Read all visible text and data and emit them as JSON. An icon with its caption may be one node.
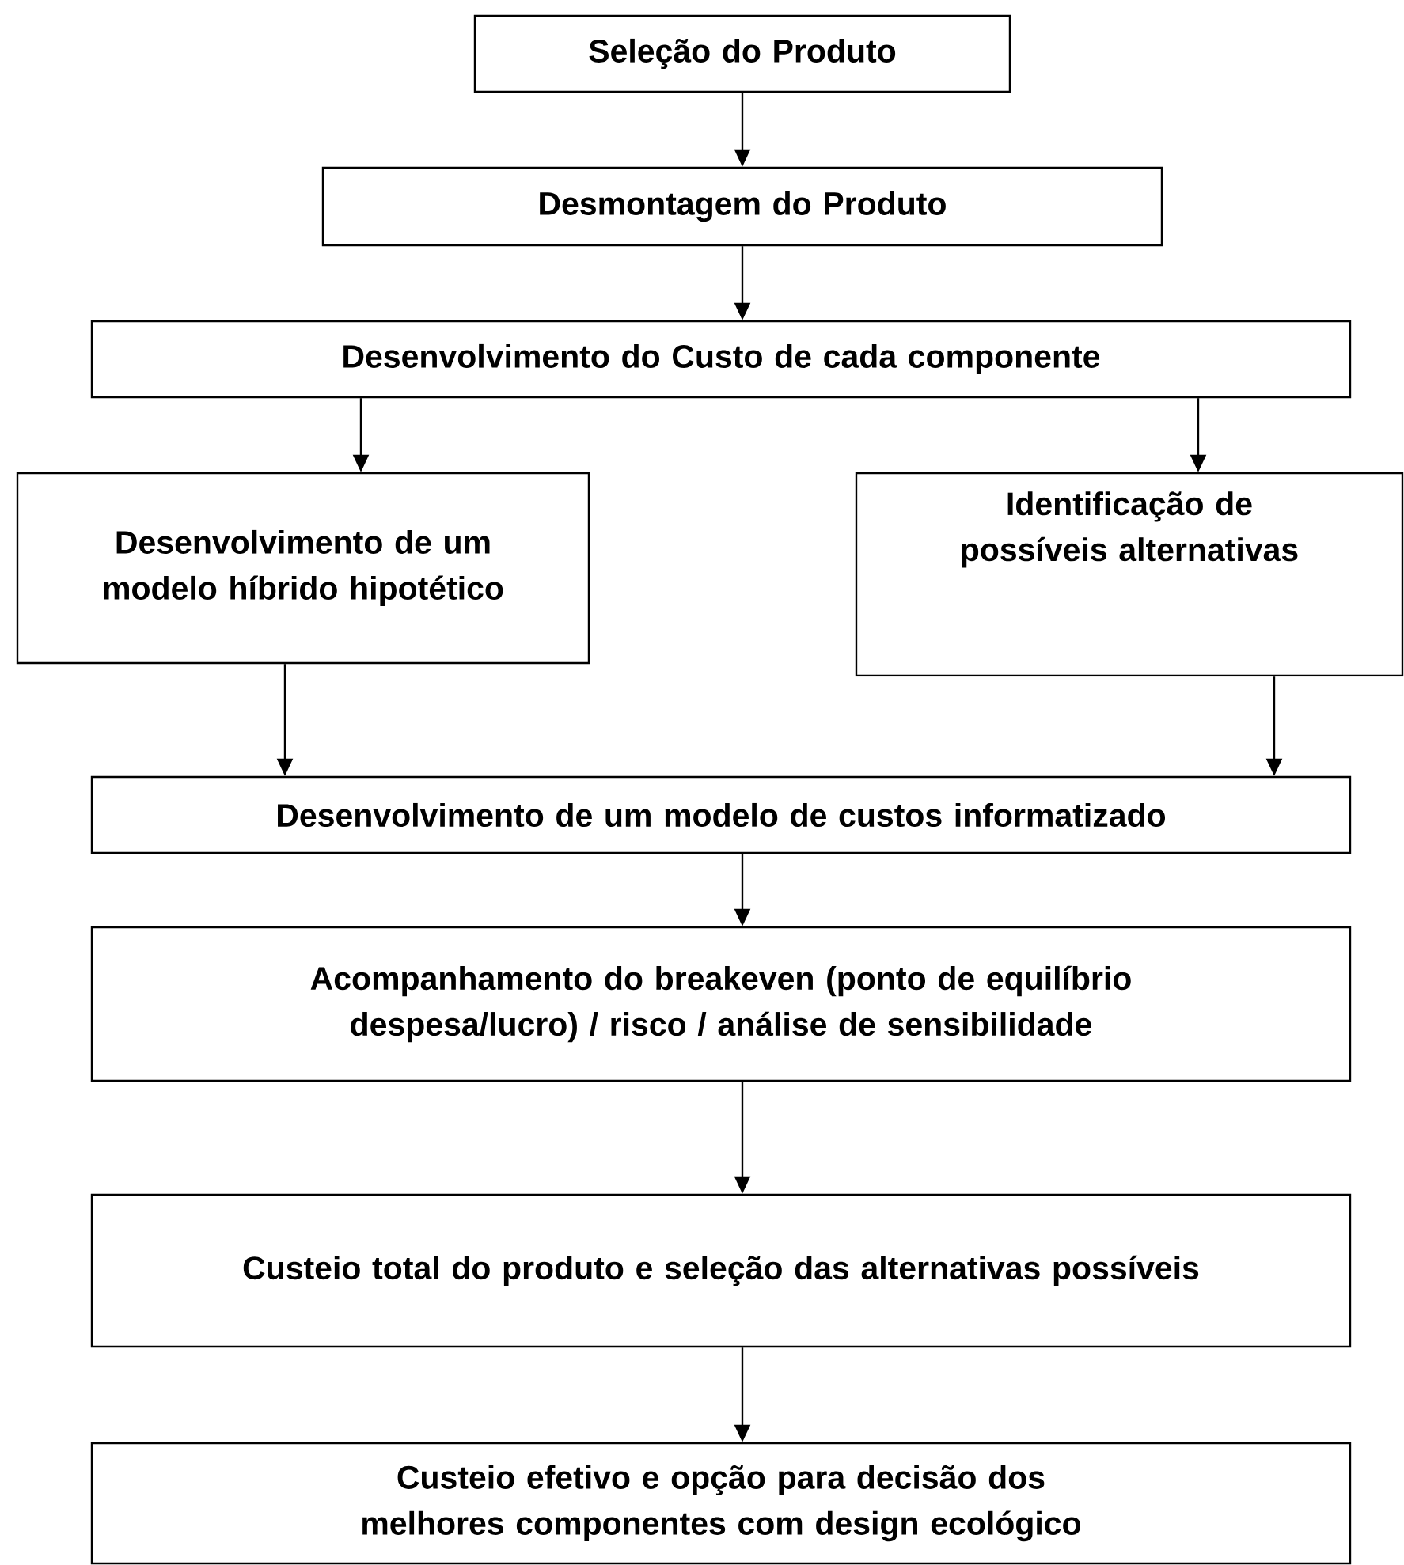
{
  "diagram": {
    "nodes": [
      {
        "text": [
          "Seleção do Produto"
        ]
      },
      {
        "text": [
          "Desmontagem do Produto"
        ]
      },
      {
        "text": [
          "Desenvolvimento do Custo de cada componente"
        ]
      },
      {
        "text": [
          "Desenvolvimento de um modelo híbrido hipotético"
        ]
      },
      {
        "text": [
          "Identificação de possíveis alternativas"
        ]
      },
      {
        "text": [
          "Desenvolvimento de um modelo de custos informatizado"
        ]
      },
      {
        "text": [
          "Acompanhamento do breakeven (ponto de equilíbrio despesa/lucro) /  risco / análise de sensibilidade"
        ]
      },
      {
        "text": [
          "Custeio total do produto e seleção das alternativas possíveis"
        ]
      },
      {
        "text": [
          "Custeio efetivo e opção para decisão dos melhores componentes com design ecológico"
        ]
      }
    ],
    "edges": [
      {
        "from": 0,
        "to": 1,
        "arrow": "to"
      },
      {
        "from": 1,
        "to": 2,
        "arrow": "to"
      },
      {
        "from": 2,
        "to": 3,
        "arrow": "to"
      },
      {
        "from": 2,
        "to": 4,
        "arrow": "to"
      },
      {
        "from": 3,
        "to": 5,
        "arrow": "to"
      },
      {
        "from": 4,
        "to": 5,
        "arrow": "to"
      },
      {
        "from": 5,
        "to": 6,
        "arrow": "to"
      },
      {
        "from": 6,
        "to": 7,
        "arrow": "to"
      },
      {
        "from": 7,
        "to": 8,
        "arrow": "to"
      }
    ]
  }
}
